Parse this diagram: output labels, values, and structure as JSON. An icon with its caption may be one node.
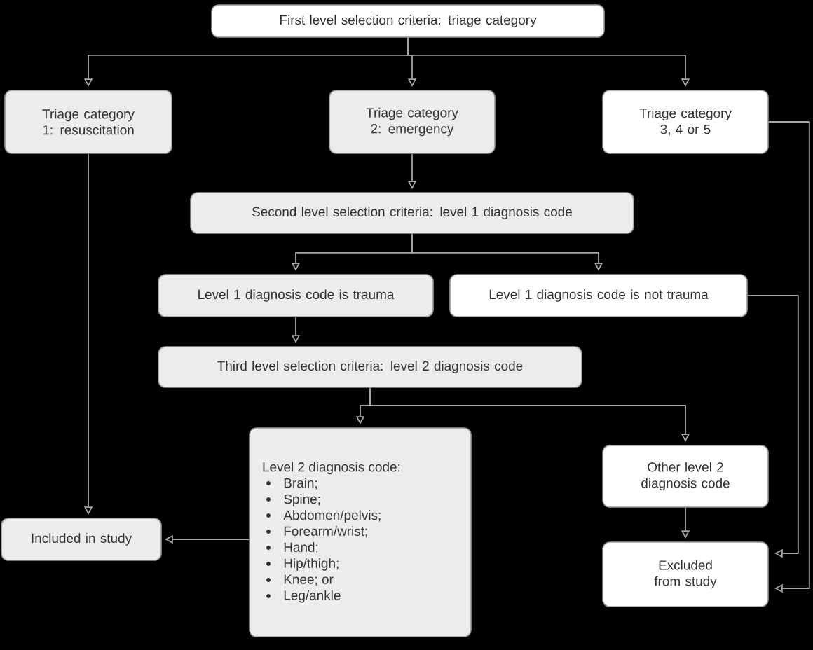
{
  "diagram": {
    "nodes": [
      {
        "text": [
          "First level selection criteria: triage category"
        ]
      },
      {
        "text": [
          "Triage category 1: resuscitation"
        ]
      },
      {
        "text": [
          "Triage category 2: emergency"
        ]
      },
      {
        "text": [
          "Triage category 3, 4 or 5"
        ]
      },
      {
        "text": [
          "Second level selection criteria: level 1 diagnosis code"
        ]
      },
      {
        "text": [
          "Level 1 diagnosis code is trauma"
        ]
      },
      {
        "text": [
          "Level 1 diagnosis code is not trauma"
        ]
      },
      {
        "text": [
          "Third level selection criteria: level 2 diagnosis code"
        ]
      },
      {
        "text": [
          "Level 2 diagnosis code:",
          "Brain;",
          "Spine;",
          "Abdomen/pelvis;",
          "Forearm/wrist;",
          "Hand;",
          "Hip/thigh;",
          "Knee; or",
          "Leg/ankle"
        ]
      },
      {
        "text": [
          "Other level 2 diagnosis code"
        ]
      },
      {
        "text": [
          "Included in study"
        ]
      },
      {
        "text": [
          "Excluded from study"
        ]
      }
    ],
    "edges": [
      {
        "from": 0,
        "to": 1,
        "arrow": "to"
      },
      {
        "from": 0,
        "to": 2,
        "arrow": "to"
      },
      {
        "from": 0,
        "to": 3,
        "arrow": "to"
      },
      {
        "from": 1,
        "to": 10,
        "arrow": "to"
      },
      {
        "from": 2,
        "to": 4,
        "arrow": "to"
      },
      {
        "from": 3,
        "to": 11,
        "arrow": "to"
      },
      {
        "from": 4,
        "to": 5,
        "arrow": "to"
      },
      {
        "from": 4,
        "to": 6,
        "arrow": "to"
      },
      {
        "from": 6,
        "to": 11,
        "arrow": "to"
      },
      {
        "from": 5,
        "to": 7,
        "arrow": "to"
      },
      {
        "from": 7,
        "to": 8,
        "arrow": "to"
      },
      {
        "from": 7,
        "to": 9,
        "arrow": "to"
      },
      {
        "from": 8,
        "to": 10,
        "arrow": "to"
      },
      {
        "from": 9,
        "to": 11,
        "arrow": "to"
      }
    ]
  }
}
